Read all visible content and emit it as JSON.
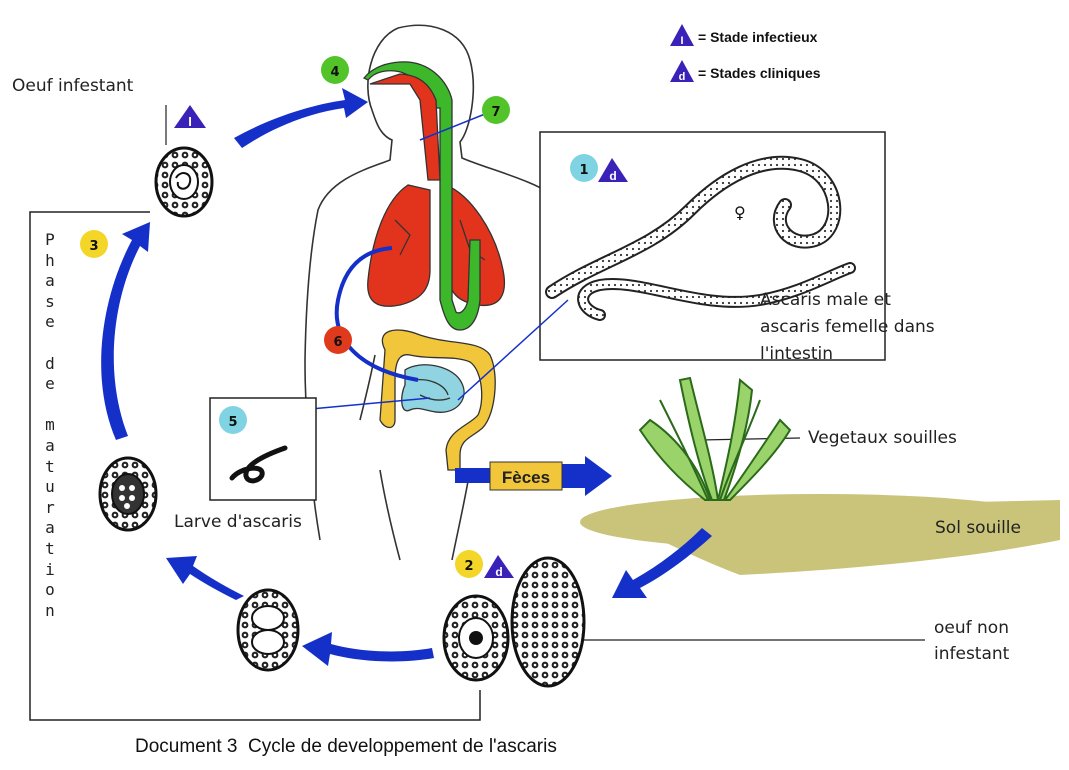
{
  "legend": {
    "infectious_symbol": "I",
    "infectious_label": "= Stade infectieux",
    "clinical_symbol": "d",
    "clinical_label": "= Stades cliniques"
  },
  "stages": {
    "s1": "1",
    "s2": "2",
    "s3": "3",
    "s4": "4",
    "s5": "5",
    "s6": "6",
    "s7": "7"
  },
  "labels": {
    "egg_infective": "Oeuf infestant",
    "adults_line1": "Ascaris male et",
    "adults_line2": "ascaris femelle dans",
    "adults_line3": "l'intestin",
    "female_symbol": "♀",
    "plants": "Vegetaux souilles",
    "soil": "Sol souille",
    "egg_non_infective_line1": "oeuf non",
    "egg_non_infective_line2": "infestant",
    "larva": "Larve d'ascaris",
    "feces": "Fèces"
  },
  "side_label": [
    "P",
    "h",
    "a",
    "s",
    "e",
    "",
    "d",
    "e",
    "",
    "m",
    "a",
    "t",
    "u",
    "r",
    "a",
    "t",
    "i",
    "o",
    "n"
  ],
  "caption": "Document 3  Cycle de developpement de l'ascaris",
  "colors": {
    "arrow": "#1530c8",
    "lungs": "#e2341c",
    "digestive": "#3cb82a",
    "intestine": "#f2c63a",
    "small_intestine": "#8fd4e0",
    "soil": "#c9c47a",
    "badge_green": "#52c42a",
    "badge_yellow": "#f4d629",
    "badge_red": "#e03a1d",
    "badge_cyan": "#7fd3e3",
    "triangle": "#3a22b8"
  }
}
